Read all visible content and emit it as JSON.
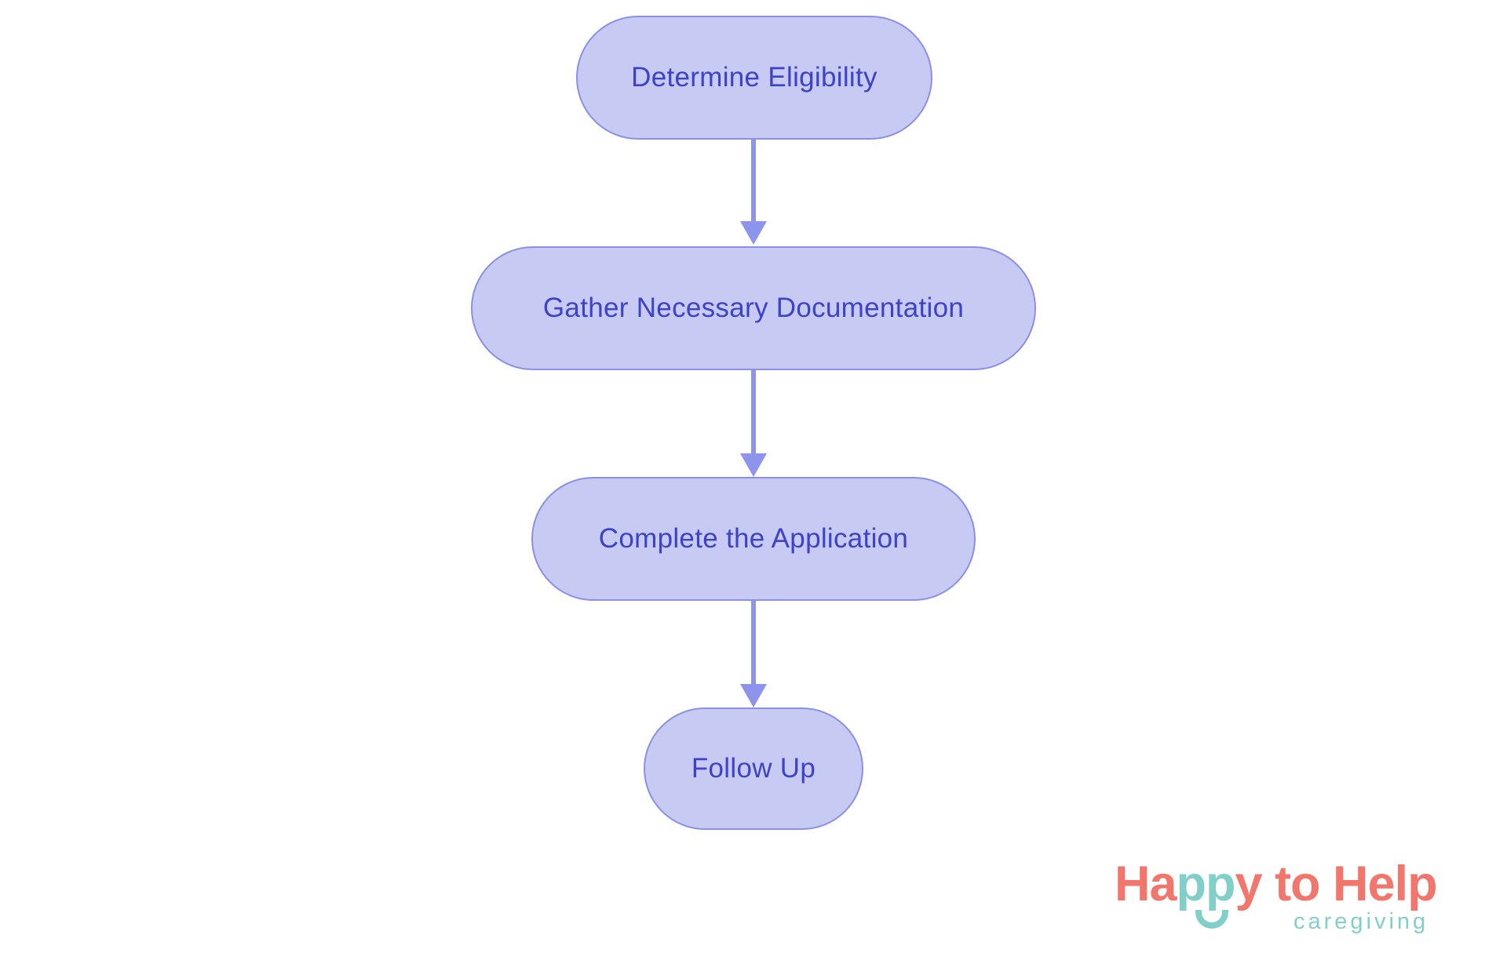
{
  "flowchart": {
    "nodes": [
      {
        "label": "Determine Eligibility"
      },
      {
        "label": "Gather Necessary Documentation"
      },
      {
        "label": "Complete the Application"
      },
      {
        "label": "Follow Up"
      }
    ],
    "colors": {
      "node_fill": "#c7caf3",
      "node_border": "#8a90e6",
      "node_text": "#3d42c9",
      "arrow": "#8c94ec"
    }
  },
  "logo": {
    "happy_part1": "Ha",
    "happy_part2": "pp",
    "happy_part3": "y",
    "rest": " to Help",
    "tagline": "caregiving",
    "colors": {
      "coral": "#f3766c",
      "teal": "#82cfca"
    }
  }
}
